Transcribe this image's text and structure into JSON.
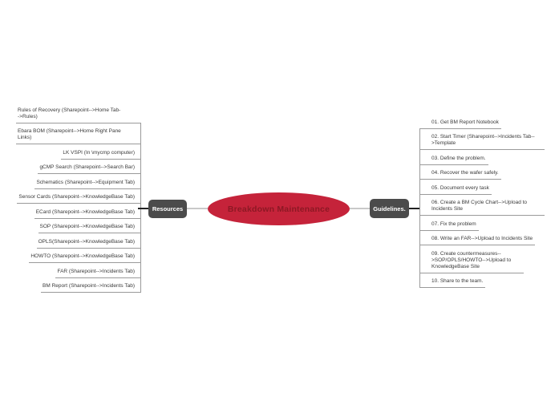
{
  "center_node": {
    "label": "Breakdown Maintenance"
  },
  "left_branch": {
    "label": "Resources",
    "items": [
      "Rules of Recovery (Sharepoint-->Home Tab-->Rules)",
      "Ebara BOM (Sharepoint-->Home Right Pane Links)",
      "LK VSPI (In \\mycmp computer)",
      "gCMP Search (Sharepoint-->Search Bar)",
      "Schematics (Sharepoint-->Equipment Tab)",
      "Sensor Cards (Sharepoint-->KnowledgeBase Tab)",
      "ECard (Sharepoint-->KnowledgeBase Tab)",
      "SOP (Sharepoint-->KnowledgeBase Tab)",
      "OPLS(Sharepoint-->KnowledgeBase Tab)",
      "HOWTO (Sharepoint-->KnowledgeBase Tab)",
      "FAR (Sharepoint-->Incidents Tab)",
      "BM Report (Sharepoint-->Incidents Tab)"
    ]
  },
  "right_branch": {
    "label": "Guidelines.",
    "items": [
      "01. Get BM Report Notebook",
      "02. Start Timer (Sharepoint-->Incidents Tab-->Template",
      "03. Define the problem.",
      "04. Recover the wafer safely.",
      "05. Document every task",
      "06. Create a BM Cycle Chart-->Upload to Incidents Site",
      "07. Fix the problem",
      "08. Write an FAR-->Upload to Incidents Site",
      "09. Create countermeasures-->SOP/OPLS/HOWTO-->Upload to KnowledgeBase Site",
      "10. Share to the team."
    ]
  },
  "colors": {
    "center_fill": "#c5233a",
    "center_text": "#8d1824",
    "branch_node_bg": "#4b4b4b",
    "branch_node_text": "#ffffff",
    "branch_line": "#9a9a9a",
    "connector_dark": "#222222",
    "connector_light": "#c9c9c9"
  }
}
